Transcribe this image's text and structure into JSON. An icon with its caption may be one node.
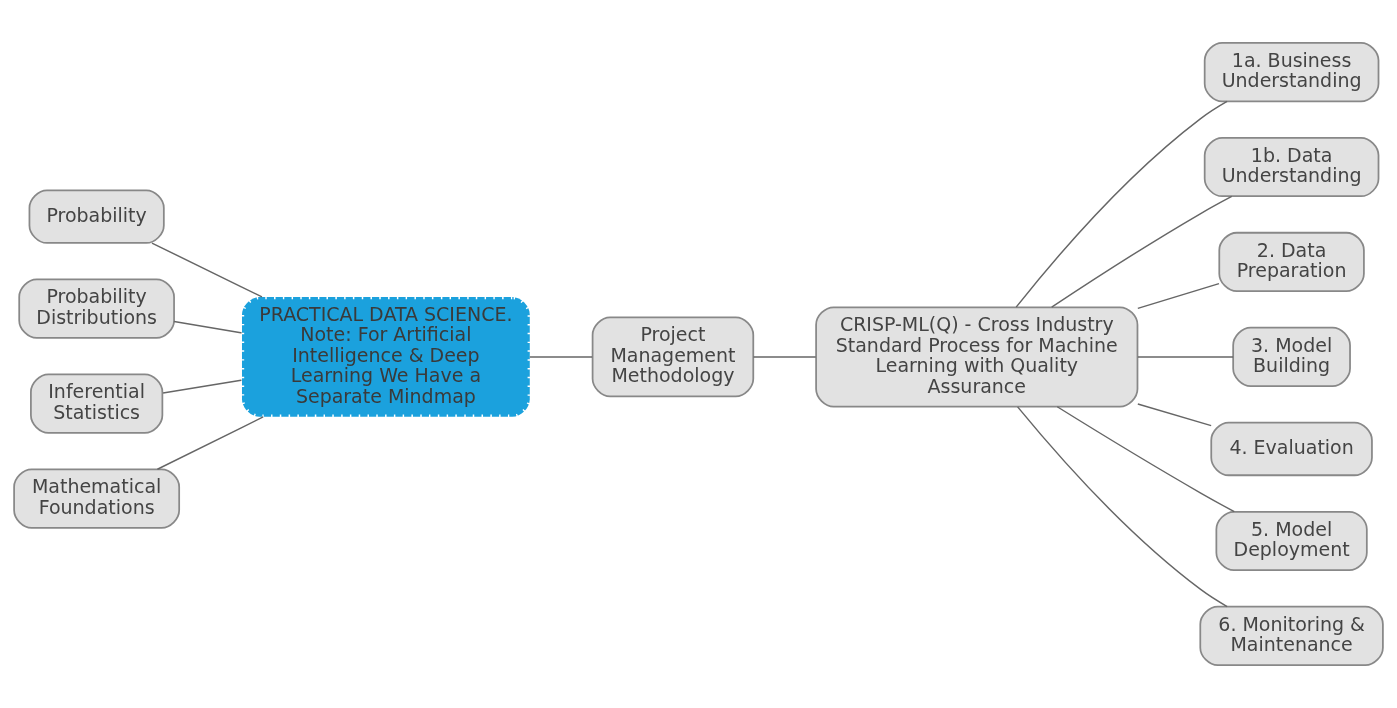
{
  "diagram": {
    "nodes": [
      {
        "text": [
          "Probability"
        ]
      },
      {
        "text": [
          "Probability Distributions"
        ]
      },
      {
        "text": [
          "Inferential Statistics"
        ]
      },
      {
        "text": [
          "Mathematical Foundations"
        ]
      },
      {
        "text": [
          "PRACTICAL DATA SCIENCE. Note: For Artificial Intelligence & Deep Learning We Have a Separate Mindmap"
        ]
      },
      {
        "text": [
          "Project Management Methodology"
        ]
      },
      {
        "text": [
          "CRISP-ML(Q) - Cross Industry Standard Process for Machine Learning with Quality Assurance"
        ]
      },
      {
        "text": [
          "1a. Business Understanding"
        ]
      },
      {
        "text": [
          "1b. Data Understanding"
        ]
      },
      {
        "text": [
          "2. Data Preparation"
        ]
      },
      {
        "text": [
          "3. Model Building"
        ]
      },
      {
        "text": [
          "4. Evaluation"
        ]
      },
      {
        "text": [
          "5. Model Deployment"
        ]
      },
      {
        "text": [
          "6. Monitoring & Maintenance"
        ]
      }
    ],
    "edges": [
      {
        "from": 0,
        "to": 4,
        "arrow": "none"
      },
      {
        "from": 1,
        "to": 4,
        "arrow": "none"
      },
      {
        "from": 2,
        "to": 4,
        "arrow": "none"
      },
      {
        "from": 3,
        "to": 4,
        "arrow": "none"
      },
      {
        "from": 4,
        "to": 5,
        "arrow": "none"
      },
      {
        "from": 5,
        "to": 6,
        "arrow": "none"
      },
      {
        "from": 6,
        "to": 7,
        "arrow": "none"
      },
      {
        "from": 6,
        "to": 8,
        "arrow": "none"
      },
      {
        "from": 6,
        "to": 9,
        "arrow": "none"
      },
      {
        "from": 6,
        "to": 10,
        "arrow": "none"
      },
      {
        "from": 6,
        "to": 11,
        "arrow": "none"
      },
      {
        "from": 6,
        "to": 12,
        "arrow": "none"
      },
      {
        "from": 6,
        "to": 13,
        "arrow": "none"
      }
    ]
  }
}
